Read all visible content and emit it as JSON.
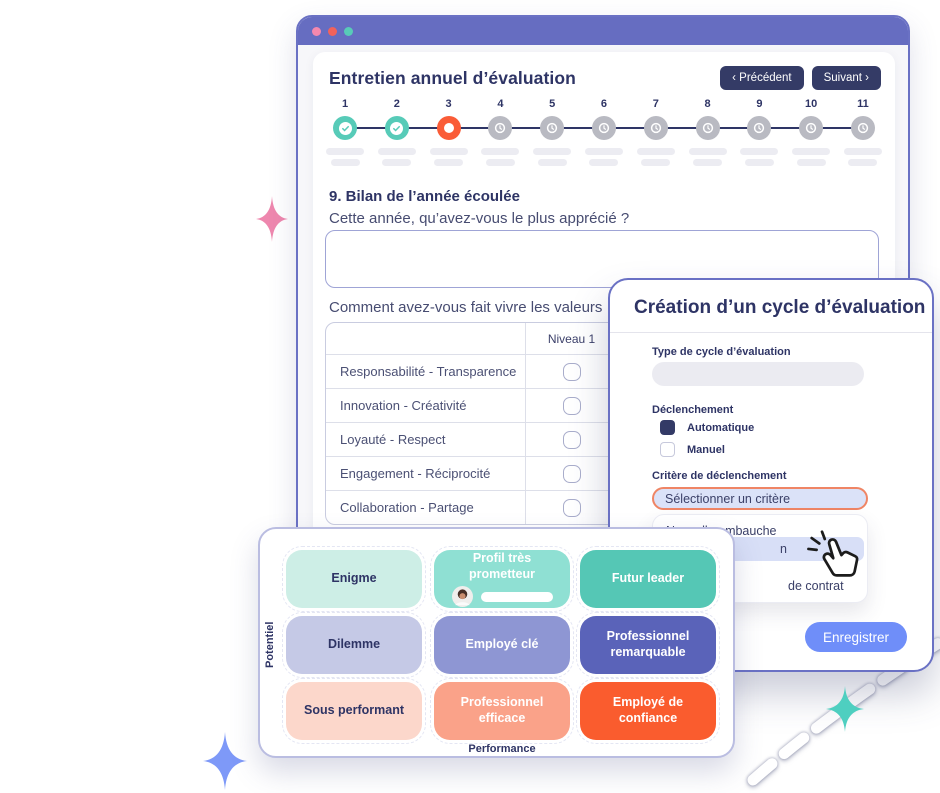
{
  "window": {
    "title": "Entretien annuel d’évaluation",
    "prev_label": "‹ Précédent",
    "next_label": "Suivant ›"
  },
  "stepper": {
    "steps": [
      "1",
      "2",
      "3",
      "4",
      "5",
      "6",
      "7",
      "8",
      "9",
      "10",
      "11"
    ],
    "states": [
      "done",
      "done",
      "current",
      "pending",
      "pending",
      "pending",
      "pending",
      "pending",
      "pending",
      "pending",
      "pending"
    ]
  },
  "section": {
    "heading": "9. Bilan de l’année écoulée",
    "question1": "Cette année, qu’avez-vous le plus apprécié ?",
    "question2": "Comment avez-vous fait vivre les valeurs"
  },
  "values_table": {
    "level_header": "Niveau 1",
    "rows": [
      "Responsabilité - Transparence",
      "Innovation - Créativité",
      "Loyauté - Respect",
      "Engagement - Réciprocité",
      "Collaboration - Partage"
    ]
  },
  "cycle_modal": {
    "title": "Création d’un cycle d’évaluation",
    "type_label": "Type de cycle d’évaluation",
    "trigger_label": "Déclenchement",
    "auto_label": "Automatique",
    "manual_label": "Manuel",
    "criteria_label": "Critère de déclenchement",
    "select_placeholder": "Sélectionner un critère",
    "option1": "Nouvelle embauche",
    "option2_fragment": "n",
    "option3_fragment": "de contrat",
    "save_label": "Enregistrer"
  },
  "ninebox": {
    "potentiel": "Potentiel",
    "performance": "Performance",
    "cells": [
      [
        "Enigme",
        "Profil très prometteur",
        "Futur leader"
      ],
      [
        "Dilemme",
        "Employé clé",
        "Professionnel remarquable"
      ],
      [
        "Sous performant",
        "Professionnel efficace",
        "Employé de confiance"
      ]
    ]
  },
  "colors": {
    "titlebar_purple": "#666dc1",
    "window_border": "#6a71c4",
    "navy_text": "#2e3465",
    "step_done_teal": "#57cbb8",
    "step_current_orange": "#fa5c37",
    "step_pending_gray": "#b9bac2",
    "select_border_orange": "#ef8565",
    "select_bg_lavender": "#dbe2f8",
    "save_button_blue": "#6f8ef9",
    "star_pink": "#ee87ae",
    "star_blue": "#7e99f8",
    "star_teal": "#4ecfc0"
  }
}
